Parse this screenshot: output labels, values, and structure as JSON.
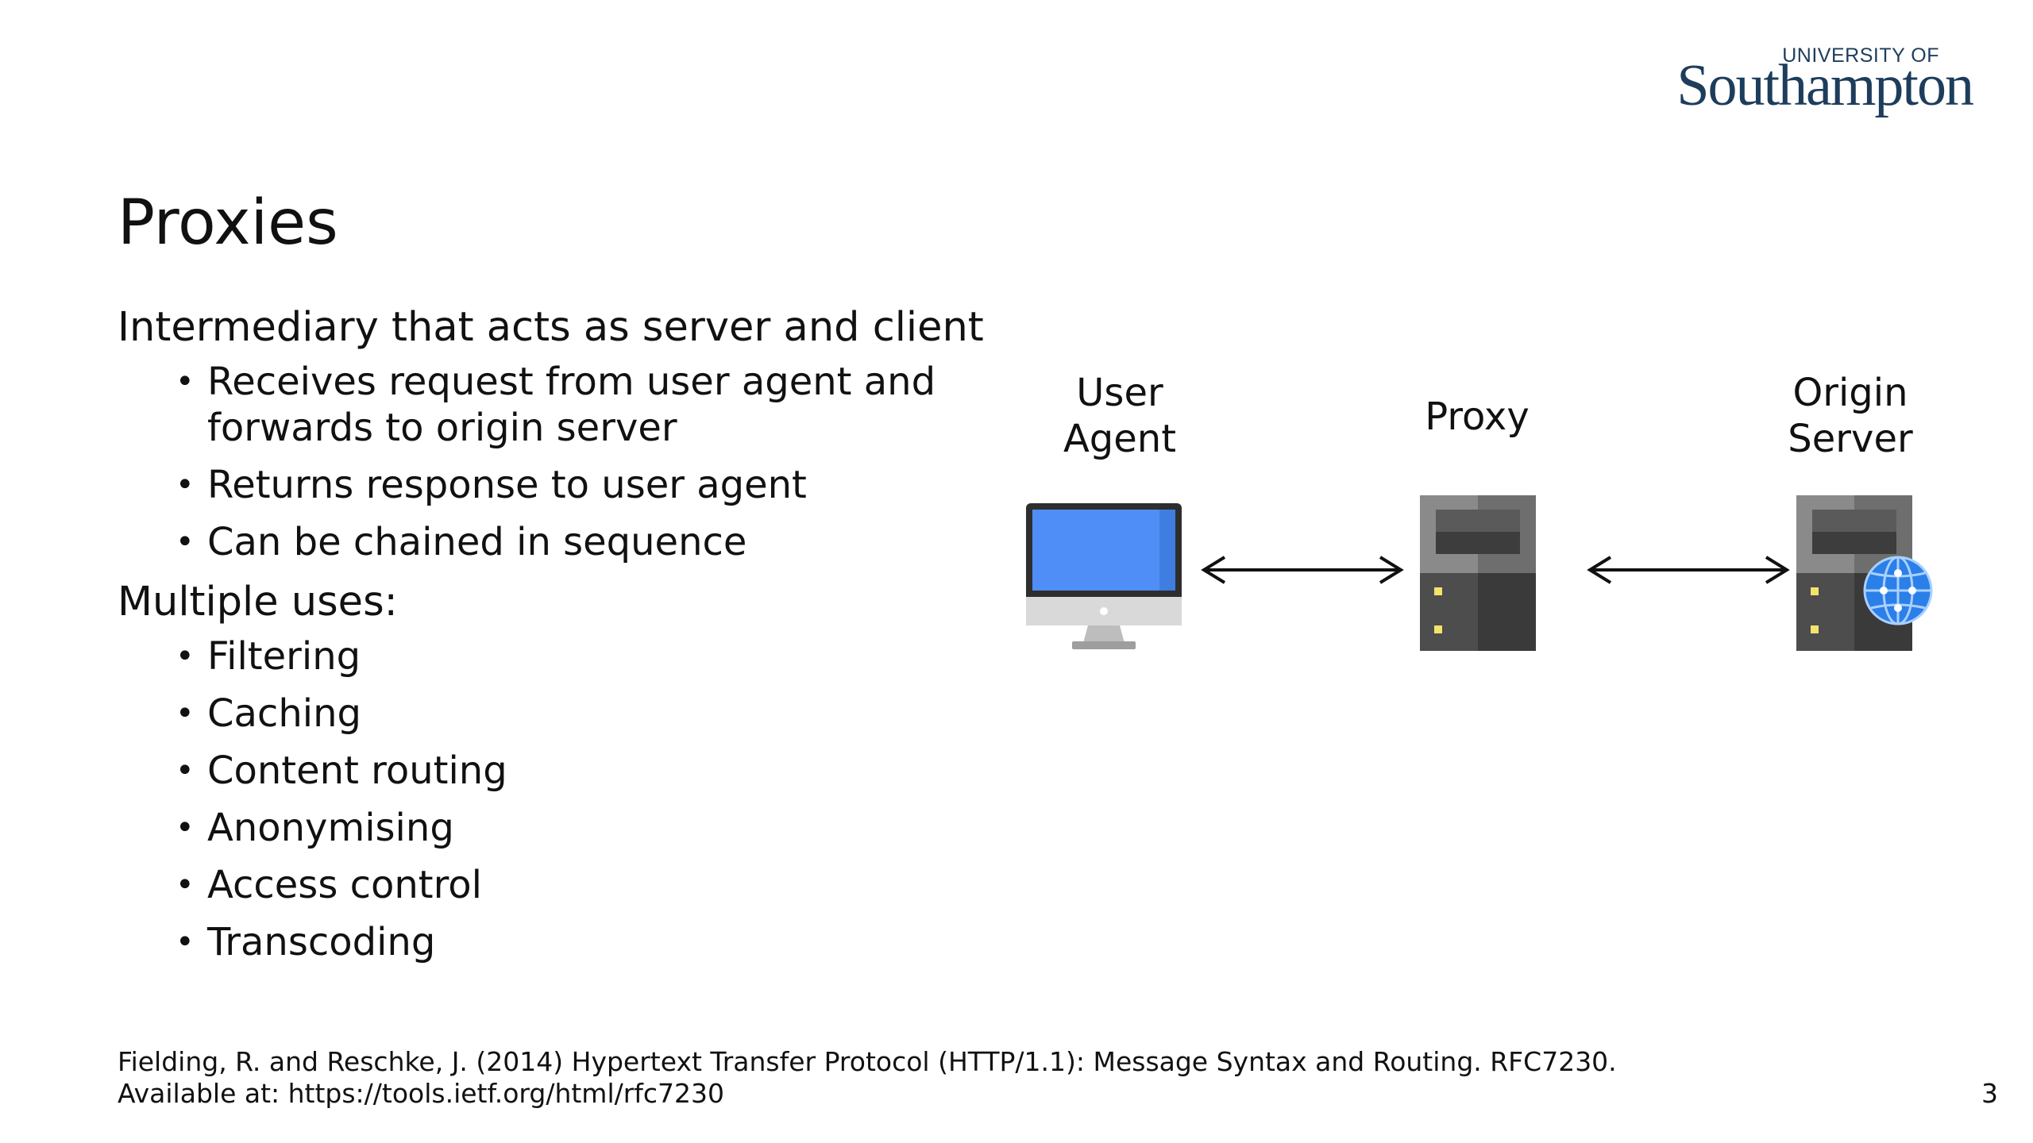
{
  "logo": {
    "line1": "UNIVERSITY OF",
    "line2": "Southampton"
  },
  "title": "Proxies",
  "sections": [
    {
      "heading": "Intermediary that acts as server and client",
      "bullets": [
        "Receives request from user agent and forwards to origin server",
        "Returns response to user agent",
        "Can be chained in sequence"
      ]
    },
    {
      "heading": "Multiple uses:",
      "bullets": [
        "Filtering",
        "Caching",
        "Content routing",
        "Anonymising",
        "Access control",
        "Transcoding"
      ]
    }
  ],
  "bullet_glyph": "•",
  "diagram": {
    "nodes": [
      {
        "label_line1": "User",
        "label_line2": "Agent",
        "icon": "computer-icon"
      },
      {
        "label": "Proxy",
        "icon": "server-icon"
      },
      {
        "label_line1": "Origin",
        "label_line2": "Server",
        "icon": "web-server-icon"
      }
    ],
    "colors": {
      "screen": "#4f8ef7",
      "server_dark": "#3d3d3d",
      "server_mid": "#5a5a5a",
      "server_light": "#8a8a8a",
      "led": "#f3e36b",
      "globe": "#2b7fe8"
    }
  },
  "reference": {
    "line1": "Fielding, R. and Reschke, J. (2014) Hypertext Transfer Protocol (HTTP/1.1): Message Syntax and Routing. RFC7230.",
    "line2": "Available at: https://tools.ietf.org/html/rfc7230"
  },
  "page_number": "3"
}
